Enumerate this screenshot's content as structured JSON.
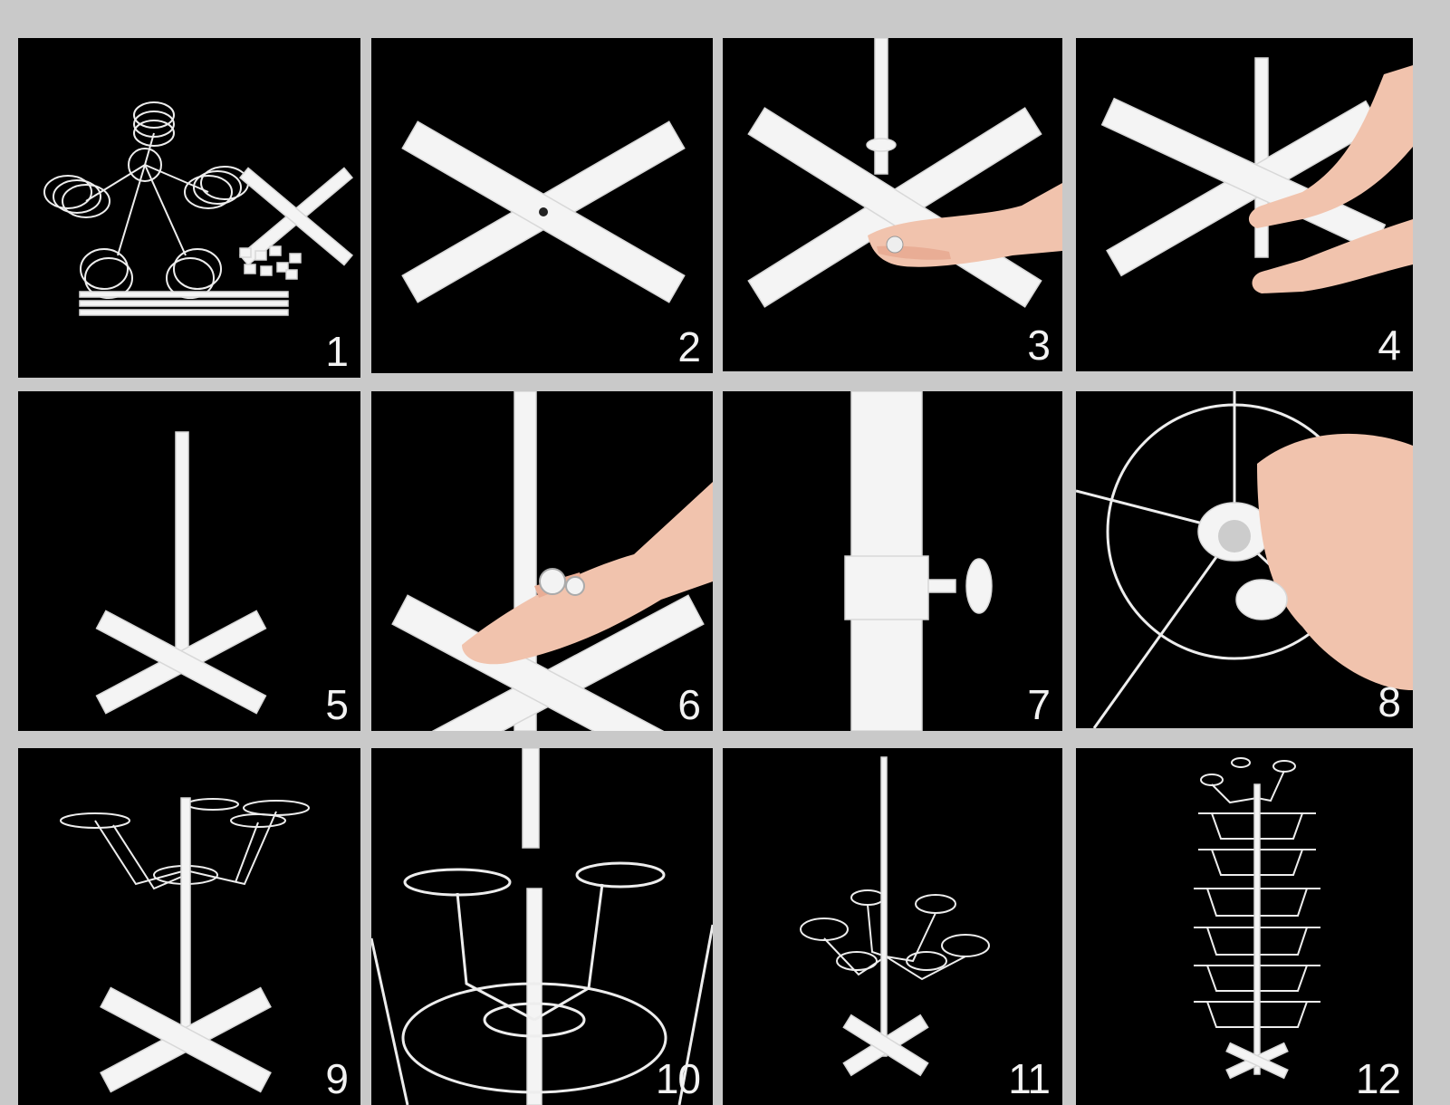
{
  "steps": [
    {
      "number": "1",
      "illustration": "parts-kit"
    },
    {
      "number": "2",
      "illustration": "cross-base"
    },
    {
      "number": "3",
      "illustration": "cross-base-with-pole-and-washer"
    },
    {
      "number": "4",
      "illustration": "attaching-pole-to-base"
    },
    {
      "number": "5",
      "illustration": "pole-on-base"
    },
    {
      "number": "6",
      "illustration": "hand-holding-clamp-ring"
    },
    {
      "number": "7",
      "illustration": "clamp-knob-on-pole"
    },
    {
      "number": "8",
      "illustration": "fitting-hub-ring"
    },
    {
      "number": "9",
      "illustration": "single-tier-rack"
    },
    {
      "number": "10",
      "illustration": "adding-second-tier"
    },
    {
      "number": "11",
      "illustration": "two-tier-rack"
    },
    {
      "number": "12",
      "illustration": "completed-tall-rack"
    }
  ],
  "colors": {
    "frame": "#c9c9c9",
    "panel": "#000000",
    "part": "#f4f4f4"
  }
}
